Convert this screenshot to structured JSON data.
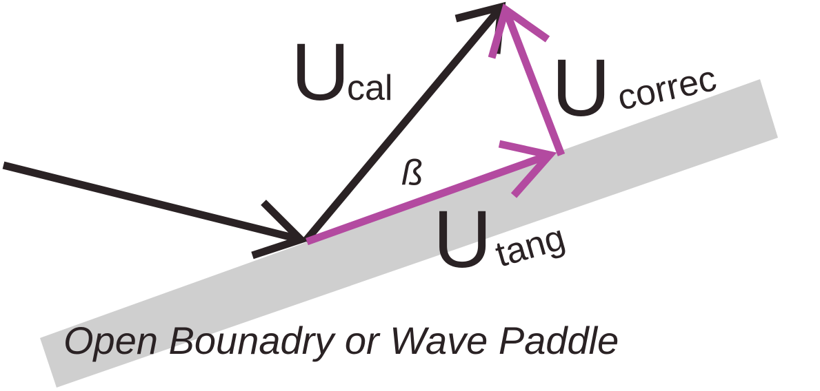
{
  "colors": {
    "background": "#ffffff",
    "boundary": "#cfcfcf",
    "black_arrow": "#2a2224",
    "magenta_arrow": "#b34aa0",
    "text": "#2a2224"
  },
  "labels": {
    "u_cal": {
      "main": "U",
      "sub": "cal"
    },
    "u_correc": {
      "main": "U",
      "sub": "correc"
    },
    "u_tang": {
      "main": "U",
      "sub": "tang"
    },
    "angle": "ß",
    "boundary": "Open Bounadry or Wave Paddle"
  }
}
